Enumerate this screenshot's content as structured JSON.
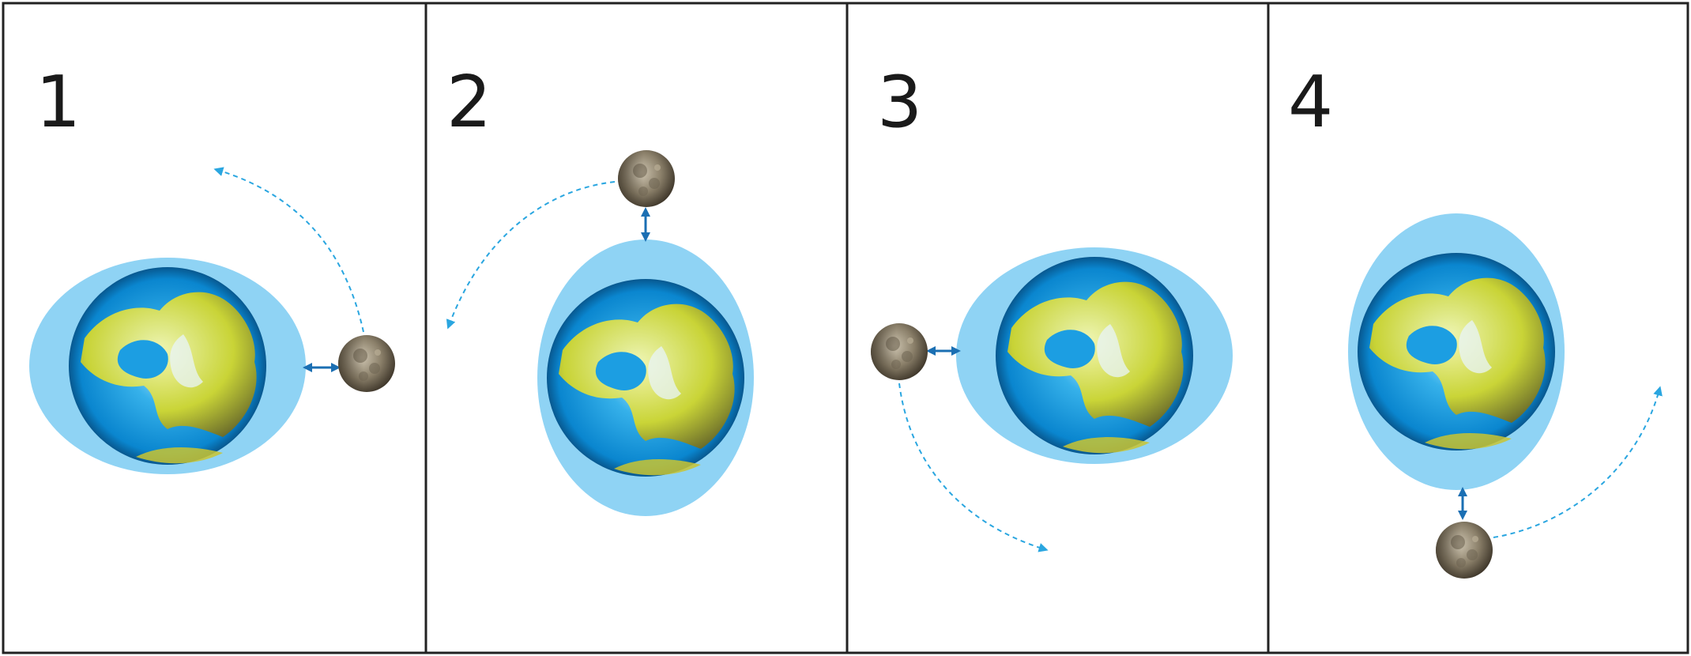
{
  "panels": [
    {
      "label": "1",
      "bulge_axis": "horizontal",
      "moon_side": "right",
      "orbit_arrow": "up"
    },
    {
      "label": "2",
      "bulge_axis": "vertical",
      "moon_side": "top",
      "orbit_arrow": "left"
    },
    {
      "label": "3",
      "bulge_axis": "horizontal",
      "moon_side": "left",
      "orbit_arrow": "down"
    },
    {
      "label": "4",
      "bulge_axis": "vertical",
      "moon_side": "bottom",
      "orbit_arrow": "right"
    }
  ],
  "colors": {
    "tidal_bulge": "#8fd3f4",
    "ocean": "#0f8fd6",
    "land": "#d8dc3a",
    "moon": "#8a7d68",
    "double_arrow": "#1b6fb3",
    "orbit_arrow": "#2aa6e0",
    "frame": "#222222"
  },
  "icons": [
    "earth-icon",
    "moon-icon",
    "double-arrow-icon",
    "orbit-arrow-icon"
  ]
}
